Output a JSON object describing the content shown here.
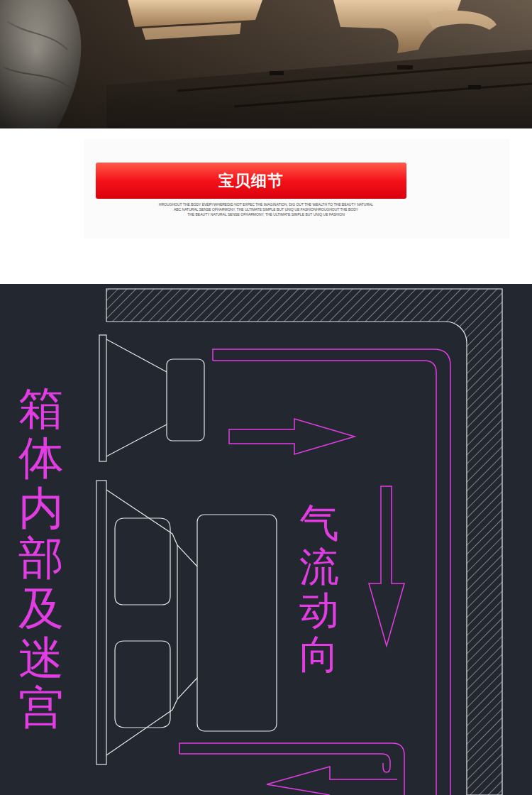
{
  "diagram": {
    "nodes": [
      {
        "text": [
          "宝贝细节"
        ]
      }
    ],
    "labels": [
      "HROUGHOUT THE BODY EVERYWHEREDID NOT EXPEC THE IMAGINATION, DIG OUT THE WEALTH TO THE BEAUTY NATURAL",
      "ABC NATURAL SENSE OFHARMONY, THE ULTIMATE SIMPLE BUT UNIQ UE FASHIONHROUGHOUT THE BODY",
      "THE BEAUTY NATURAL SENSE OFHARMONY, THE ULTIMATE SIMPLE BUT UNIQ UE FASHION",
      "箱体内部 及迷宫",
      "气流动向"
    ]
  }
}
